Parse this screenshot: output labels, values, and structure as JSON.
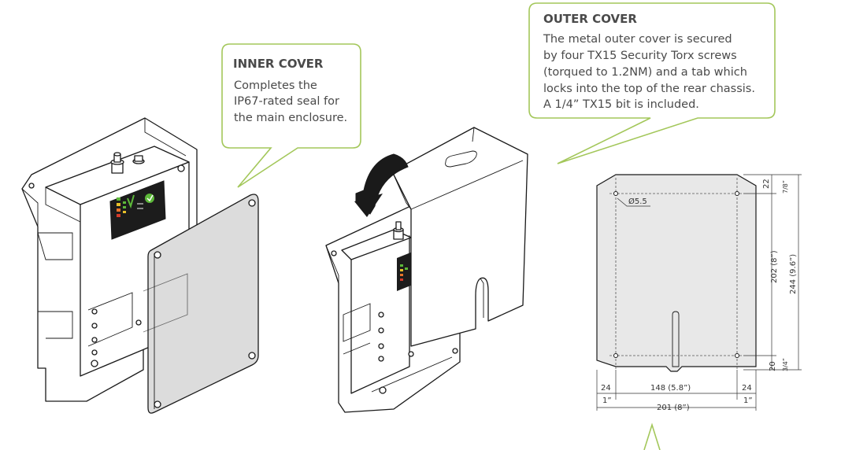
{
  "inner_cover": {
    "title": "INNER COVER",
    "lines": [
      "Completes the",
      "IP67-rated seal for",
      "the main enclosure."
    ]
  },
  "outer_cover": {
    "title": "OUTER COVER",
    "lines": [
      "The metal outer cover is secured",
      "by four TX15 Security Torx screws",
      "(torqued to 1.2NM) and a tab which",
      "locks into the top of the rear chassis.",
      "A 1/4” TX15 bit is included."
    ]
  },
  "dimensions": {
    "hole": "Ø5.5",
    "top_offset": "22",
    "top_offset_in": "7/8”",
    "hole_spacing_v": "202 (8”)",
    "total_height": "244 (9.6”)",
    "bottom_offset": "20",
    "bottom_offset_in": "3/4”",
    "left_margin": "24",
    "left_margin_in": "1”",
    "hole_spacing_h": "148 (5.8”)",
    "right_margin": "24",
    "right_margin_in": "1”",
    "total_width": "201 (8”)"
  },
  "colors": {
    "callout_border": "#a3c75a",
    "text": "#4a4a4a",
    "line": "#1a1a1a",
    "led_green": "#5db83a",
    "led_yellow": "#e8c02a",
    "led_orange": "#e8742a",
    "led_red": "#d23a2a",
    "panel_black": "#1c1c1c"
  },
  "icons": [
    "rotate-arrow-icon",
    "status-led-panel-icon"
  ]
}
